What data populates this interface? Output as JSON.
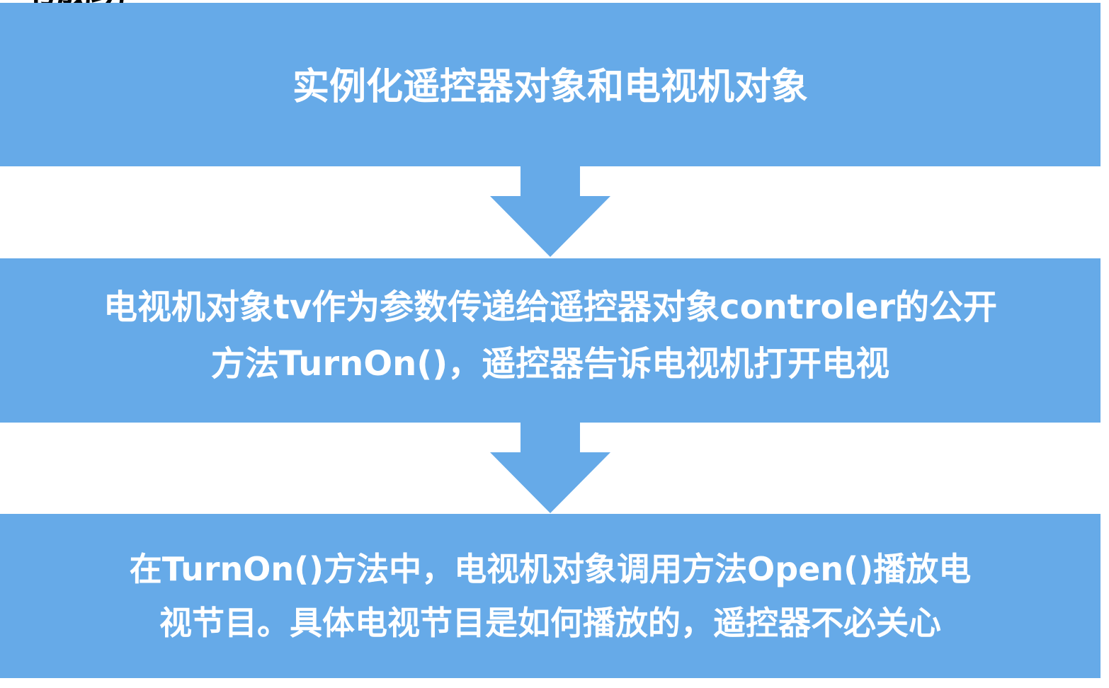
{
  "header_fragment": "书成功",
  "steps": [
    {
      "lines": [
        "实例化遥控器对象和电视机对象"
      ]
    },
    {
      "lines": [
        "电视机对象tv作为参数传递给遥控器对象controler的公开",
        "方法TurnOn()，遥控器告诉电视机打开电视"
      ]
    },
    {
      "lines": [
        "在TurnOn()方法中，电视机对象调用方法Open()播放电",
        "视节目。具体电视节目是如何播放的，遥控器不必关心"
      ]
    }
  ],
  "colors": {
    "box": "#66aae8",
    "arrow": "#66aae8",
    "text": "#ffffff"
  }
}
